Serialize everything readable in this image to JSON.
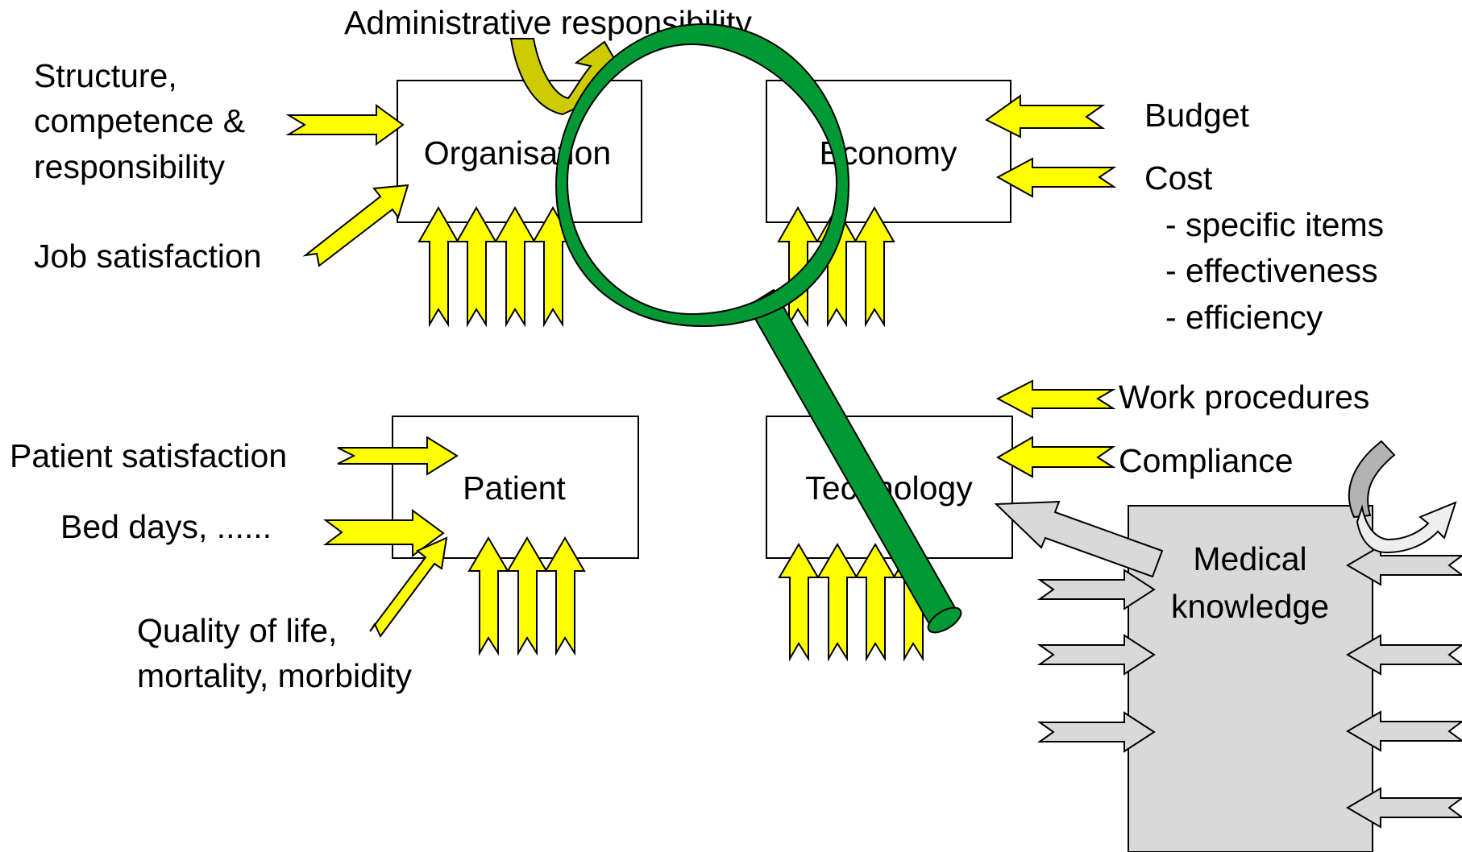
{
  "boxes": {
    "organisation": "Organisation",
    "economy": "Economy",
    "patient": "Patient",
    "technology": "Technology",
    "medical_knowledge": [
      "Medical",
      "knowledge"
    ]
  },
  "labels": {
    "administrative": "Administrative responsibility",
    "structure": [
      "Structure,",
      "competence &",
      "responsibility"
    ],
    "job_satisfaction": "Job satisfaction",
    "budget": "Budget",
    "cost": "Cost",
    "cost_items": [
      "- specific items",
      "- effectiveness",
      "- efficiency"
    ],
    "work_procedures": "Work procedures",
    "compliance": "Compliance",
    "patient_satisfaction": "Patient satisfaction",
    "bed_days": "Bed days, ......",
    "quality_of_life": [
      "Quality of life,",
      "mortality, morbidity"
    ]
  },
  "colors": {
    "arrow_yellow": "#ffff00",
    "arrow_gray": "#d9d9d9",
    "magnifier_green": "#009933",
    "curved_arrow_olive": "#cccc00",
    "curved_arrow_gray": "#b3b3b3"
  },
  "icons": {
    "magnifier": "magnifying-glass-icon"
  }
}
